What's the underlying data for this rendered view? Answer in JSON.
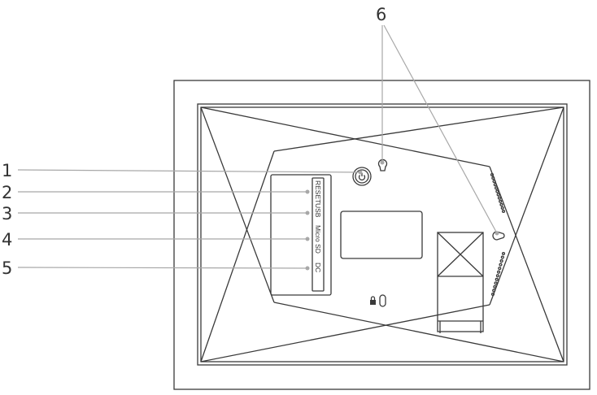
{
  "callouts": [
    {
      "number": "1",
      "target": "power-button"
    },
    {
      "number": "2",
      "target": "reset-port"
    },
    {
      "number": "3",
      "target": "usb-port"
    },
    {
      "number": "4",
      "target": "micro-sd-slot"
    },
    {
      "number": "5",
      "target": "dc-port"
    },
    {
      "number": "6",
      "target": "wall-mount-holes"
    }
  ],
  "ports": [
    "RESET",
    "USB",
    "Micro SD",
    "DC"
  ],
  "icons": [
    "power-icon",
    "lock-icon",
    "keyhole-icon"
  ],
  "colors": {
    "line": "#3a3a3a",
    "callout": "#a8a8a8"
  }
}
